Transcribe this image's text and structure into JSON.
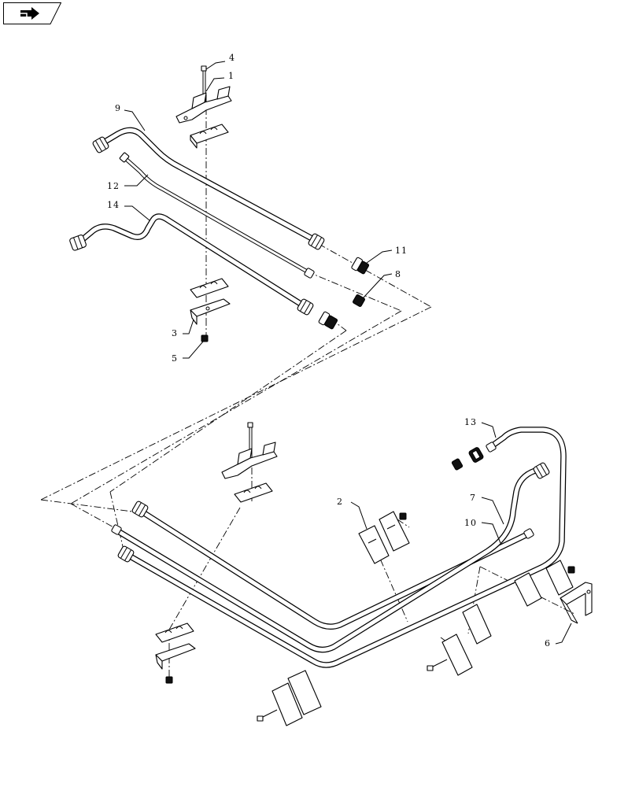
{
  "nav": {
    "icon": "page-turn-arrow-icon"
  },
  "callouts": {
    "c1": "1",
    "c2": "2",
    "c3": "3",
    "c4": "4",
    "c5": "5",
    "c6": "6",
    "c7": "7",
    "c8": "8",
    "c9": "9",
    "c10": "10",
    "c11": "11",
    "c12": "12",
    "c13": "13",
    "c14": "14"
  },
  "colors": {
    "line": "#000000",
    "background": "#ffffff"
  }
}
